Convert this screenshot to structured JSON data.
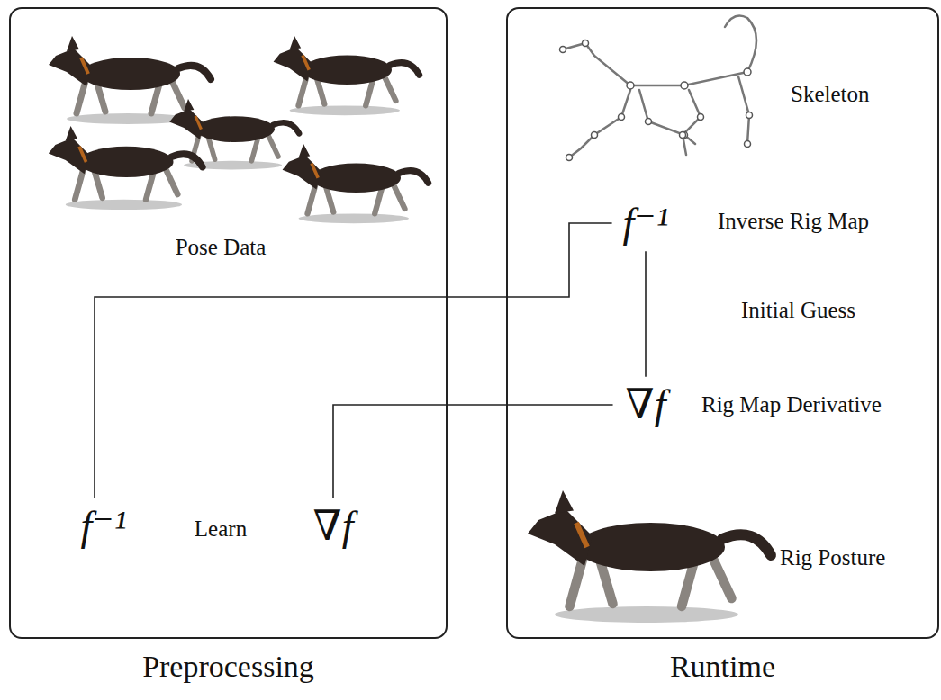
{
  "diagram": {
    "nodes": [
      {
        "text": [
          "Preprocessing"
        ]
      },
      {
        "text": [
          "f⁻¹"
        ],
        "in": 0
      },
      {
        "text": [
          "∇f"
        ],
        "in": 0
      },
      {
        "text": [
          "Runtime"
        ]
      },
      {
        "text": [
          "f⁻¹"
        ],
        "in": 3
      },
      {
        "text": [
          "∇f"
        ],
        "in": 3
      }
    ],
    "edges": [
      {
        "from": 1,
        "to": 4,
        "arrow": "none"
      },
      {
        "from": 4,
        "to": 5,
        "arrow": "none"
      },
      {
        "from": 2,
        "to": 5,
        "arrow": "none"
      }
    ],
    "labels": [
      "Pose Data",
      "Learn",
      "Skeleton",
      "Inverse Rig Map",
      "Initial Guess",
      "Rig Map Derivative",
      "Rig Posture"
    ]
  }
}
